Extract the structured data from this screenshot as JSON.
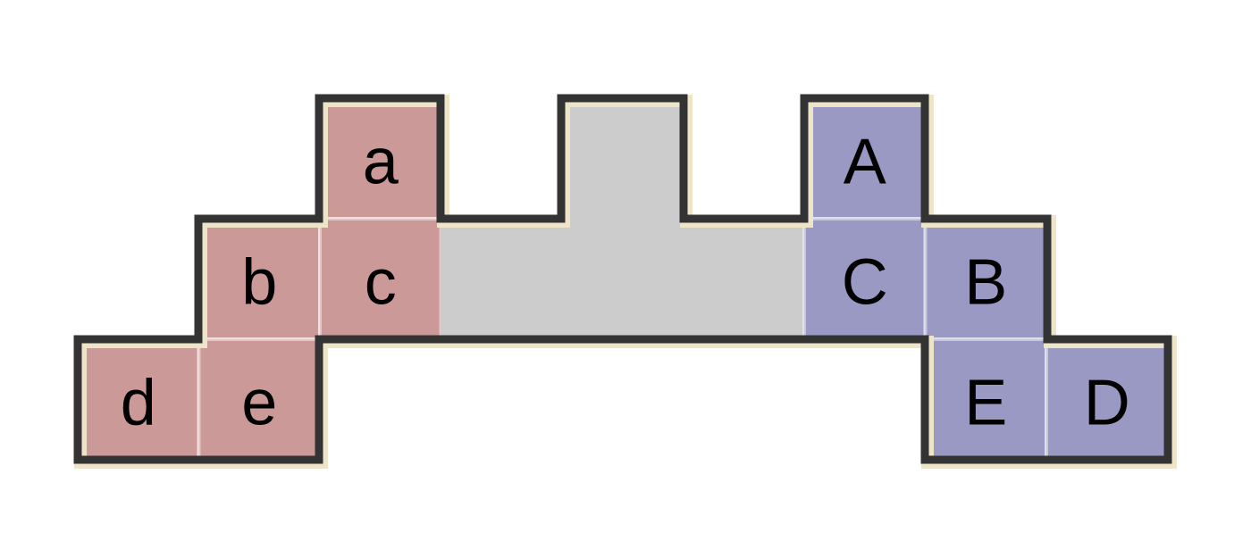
{
  "colors": {
    "red": "#cc9999",
    "blue": "#9999c4",
    "empty": "#cccccc",
    "outline": "#333333"
  },
  "cells": [
    {
      "col": 2,
      "row": 0,
      "label": "a",
      "team": "red"
    },
    {
      "col": 1,
      "row": 1,
      "label": "b",
      "team": "red"
    },
    {
      "col": 2,
      "row": 1,
      "label": "c",
      "team": "red"
    },
    {
      "col": 0,
      "row": 2,
      "label": "d",
      "team": "red"
    },
    {
      "col": 1,
      "row": 2,
      "label": "e",
      "team": "red"
    },
    {
      "col": 4,
      "row": 0,
      "label": "",
      "team": "empty"
    },
    {
      "col": 3,
      "row": 1,
      "label": "",
      "team": "empty"
    },
    {
      "col": 4,
      "row": 1,
      "label": "",
      "team": "empty"
    },
    {
      "col": 5,
      "row": 1,
      "label": "",
      "team": "empty"
    },
    {
      "col": 6,
      "row": 0,
      "label": "A",
      "team": "blue"
    },
    {
      "col": 6,
      "row": 1,
      "label": "C",
      "team": "blue"
    },
    {
      "col": 7,
      "row": 1,
      "label": "B",
      "team": "blue"
    },
    {
      "col": 7,
      "row": 2,
      "label": "E",
      "team": "blue"
    },
    {
      "col": 8,
      "row": 2,
      "label": "D",
      "team": "blue"
    }
  ]
}
